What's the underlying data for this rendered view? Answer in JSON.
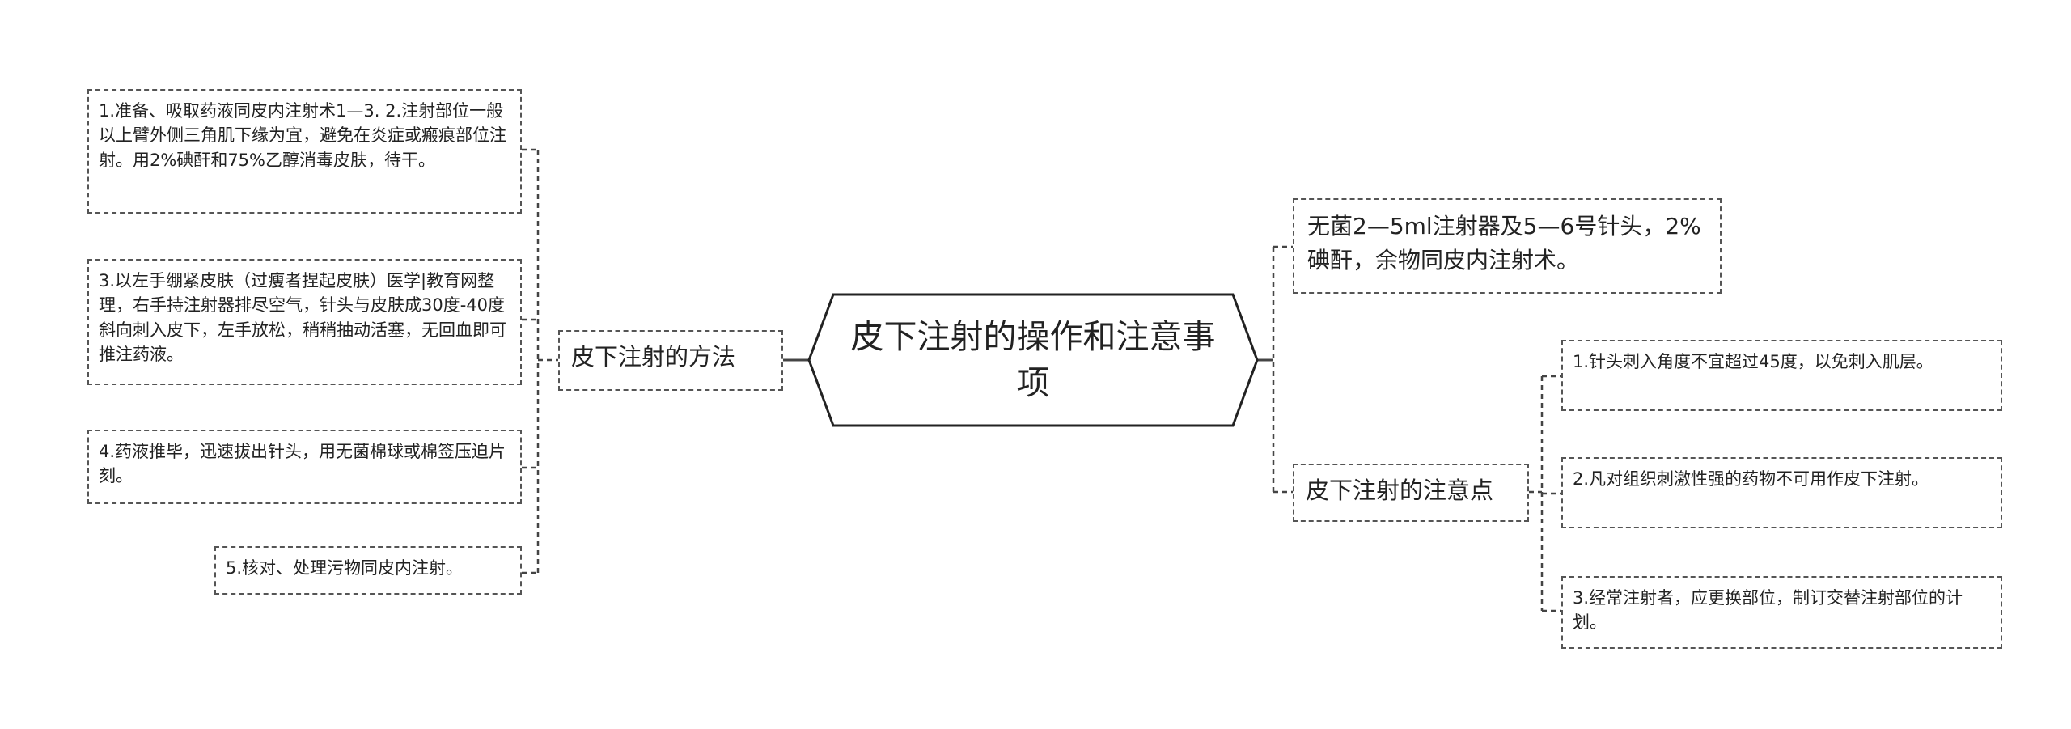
{
  "mindmap": {
    "root": "皮下注射的操作和注意事项",
    "left_branch": {
      "label": "皮下注射的方法",
      "items": [
        "1.准备、吸取药液同皮内注射术1—3. 2.注射部位一般以上臂外侧三角肌下缘为宜，避免在炎症或瘢痕部位注射。用2%碘酐和75%乙醇消毒皮肤，待干。",
        "3.以左手绷紧皮肤（过瘦者捏起皮肤）医学|教育网整理，右手持注射器排尽空气，针头与皮肤成30度-40度斜向刺入皮下，左手放松，稍稍抽动活塞，无回血即可推注药液。",
        "4.药液推毕，迅速拔出针头，用无菌棉球或棉签压迫片刻。",
        "5.核对、处理污物同皮内注射。"
      ]
    },
    "right_top": "无菌2—5ml注射器及5—6号针头，2%碘酐，余物同皮内注射术。",
    "right_branch": {
      "label": "皮下注射的注意点",
      "items": [
        "1.针头刺入角度不宜超过45度，以免刺入肌层。",
        "2.凡对组织刺激性强的药物不可用作皮下注射。",
        "3.经常注射者，应更换部位，制订交替注射部位的计划。"
      ]
    }
  }
}
